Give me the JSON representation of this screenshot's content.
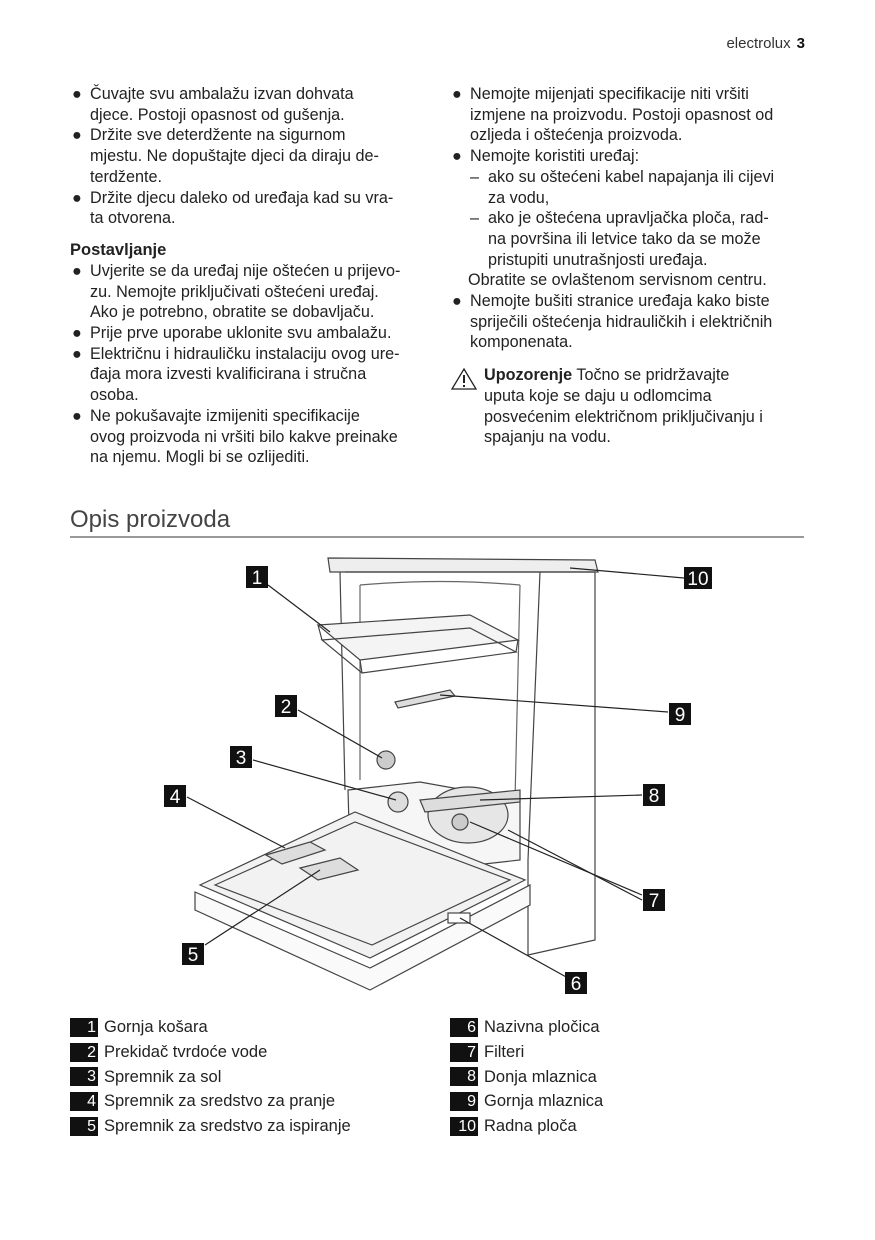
{
  "header": {
    "brand": "electrolux",
    "page": "3"
  },
  "left_column": {
    "items_before": [
      {
        "lines": [
          "Čuvajte svu ambalažu izvan dohvata",
          "djece. Postoji opasnost od gušenja."
        ]
      },
      {
        "lines": [
          "Držite sve deterdžente na sigurnom",
          "mjestu. Ne dopuštajte djeci da diraju de-",
          "terdžente."
        ]
      },
      {
        "lines": [
          "Držite djecu daleko od uređaja kad su vra-",
          "ta otvorena."
        ]
      }
    ],
    "heading": "Postavljanje",
    "items_after": [
      {
        "lines": [
          "Uvjerite se da uređaj nije oštećen u prijevo-",
          "zu. Nemojte priključivati oštećeni uređaj.",
          "Ako je potrebno, obratite se dobavljaču."
        ]
      },
      {
        "lines": [
          "Prije prve uporabe uklonite svu ambalažu."
        ]
      },
      {
        "lines": [
          "Električnu i hidrauličku instalaciju ovog ure-",
          "đaja mora izvesti kvalificirana i stručna",
          "osoba."
        ]
      },
      {
        "lines": [
          "Ne pokušavajte izmijeniti specifikacije",
          "ovog proizvoda ni vršiti bilo kakve preinake",
          "na njemu. Mogli bi se ozlijediti."
        ]
      }
    ]
  },
  "right_column": {
    "item1": {
      "lines": [
        "Nemojte mijenjati specifikacije niti vršiti",
        "izmjene na proizvodu. Postoji opasnost od",
        "ozljeda i oštećenja proizvoda."
      ]
    },
    "item2": {
      "lines": [
        "Nemojte koristiti uređaj:"
      ]
    },
    "subitems": [
      {
        "lines": [
          "ako su oštećeni kabel napajanja ili cijevi",
          "za vodu,"
        ]
      },
      {
        "lines": [
          "ako je oštećena upravljačka ploča, rad-",
          "na površina ili letvice tako da se može",
          "pristupiti unutrašnjosti uređaja."
        ]
      }
    ],
    "note": "Obratite se ovlaštenom servisnom centru.",
    "item3": {
      "lines": [
        "Nemojte bušiti stranice uređaja kako biste",
        "spriječili oštećenja hidrauličkih i električnih",
        "komponenata."
      ]
    },
    "warning": {
      "label": "Upozorenje",
      "lines": [
        "Točno se pridržavajte",
        "uputa koje se daju u odlomcima",
        "posvećenim električnom priključivanju i",
        "spajanju na vodu."
      ]
    }
  },
  "section_title": "Opis proizvoda",
  "diagram_labels": [
    "1",
    "2",
    "3",
    "4",
    "5",
    "6",
    "7",
    "8",
    "9",
    "10"
  ],
  "legend": [
    {
      "n": "1",
      "text": "Gornja košara"
    },
    {
      "n": "2",
      "text": "Prekidač tvrdoće vode"
    },
    {
      "n": "3",
      "text": "Spremnik za sol"
    },
    {
      "n": "4",
      "text": "Spremnik za sredstvo za pranje"
    },
    {
      "n": "5",
      "text": "Spremnik za sredstvo za ispiranje"
    },
    {
      "n": "6",
      "text": "Nazivna pločica"
    },
    {
      "n": "7",
      "text": "Filteri"
    },
    {
      "n": "8",
      "text": "Donja mlaznica"
    },
    {
      "n": "9",
      "text": "Gornja mlaznica"
    },
    {
      "n": "10",
      "text": "Radna ploča"
    }
  ]
}
